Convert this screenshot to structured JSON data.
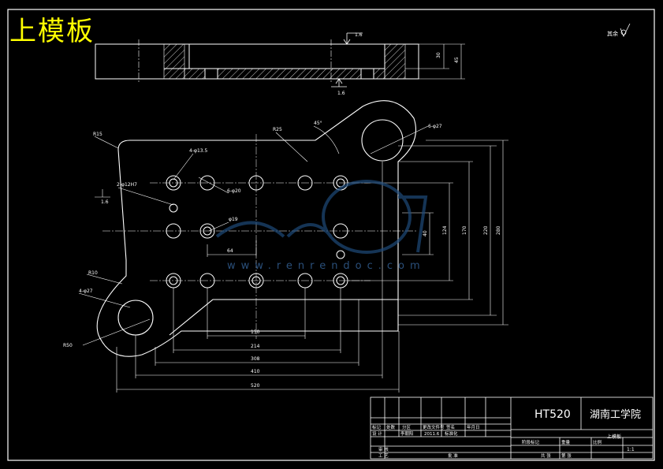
{
  "title": "上模板",
  "roughness_label": "其余",
  "watermark": "www.renrendoc.com",
  "top_view": {
    "flatness_tol_top": "1.6",
    "flatness_tol_bottom": "1.6",
    "dim_30": "30",
    "dim_45": "45"
  },
  "plan": {
    "r15": "R15",
    "r25": "R25",
    "angle_45": "45°",
    "hole_6phi27": "6-φ27",
    "hole_4x135": "4-φ13.5",
    "hole_6phi20": "6-φ20",
    "hole_2x8": "2-φ12H7",
    "phi19": "φ19",
    "tol_18": "1.6",
    "dim_64": "64",
    "r10": "R10",
    "hole_4_bottom": "4-φ27",
    "r50": "R50",
    "h40": "40",
    "h124": "124",
    "h170": "170",
    "h220": "220",
    "h280": "280",
    "w150": "150",
    "w214": "214",
    "w308": "308",
    "w410": "410",
    "w520": "520"
  },
  "title_block": {
    "material": "HT520",
    "school": "湖南工学院",
    "part_name": "上模板",
    "row1": [
      "标记",
      "处数",
      "分区",
      "更改文件号",
      "签名",
      "年月日"
    ],
    "designer_label": "设 计",
    "designer": "李朝阳",
    "date": "2011.6",
    "standard": "标准化",
    "stage": "阶段标记",
    "weight": "重量",
    "scale_label": "比例",
    "scale": "1:1",
    "review": "审 核",
    "process": "工 艺",
    "approve": "批 准",
    "sheets_total": "共 张",
    "sheet_no": "第 张"
  }
}
